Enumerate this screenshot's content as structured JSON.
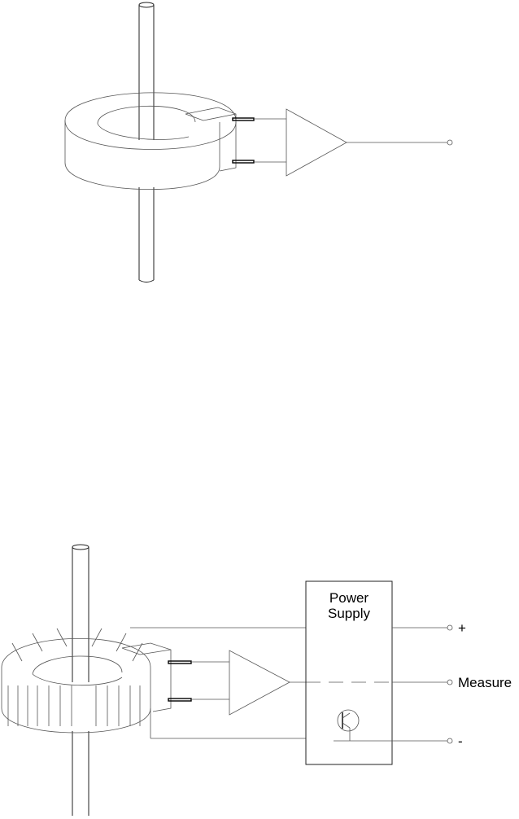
{
  "figure_top": {
    "components": [
      "conductor",
      "split-core",
      "hall-sensor",
      "amplifier",
      "output-terminal"
    ]
  },
  "figure_bottom": {
    "power_supply_label_line1": "Power",
    "power_supply_label_line2": "Supply",
    "terminal_plus": "+",
    "terminal_measure": "Measure",
    "terminal_minus": "-"
  }
}
